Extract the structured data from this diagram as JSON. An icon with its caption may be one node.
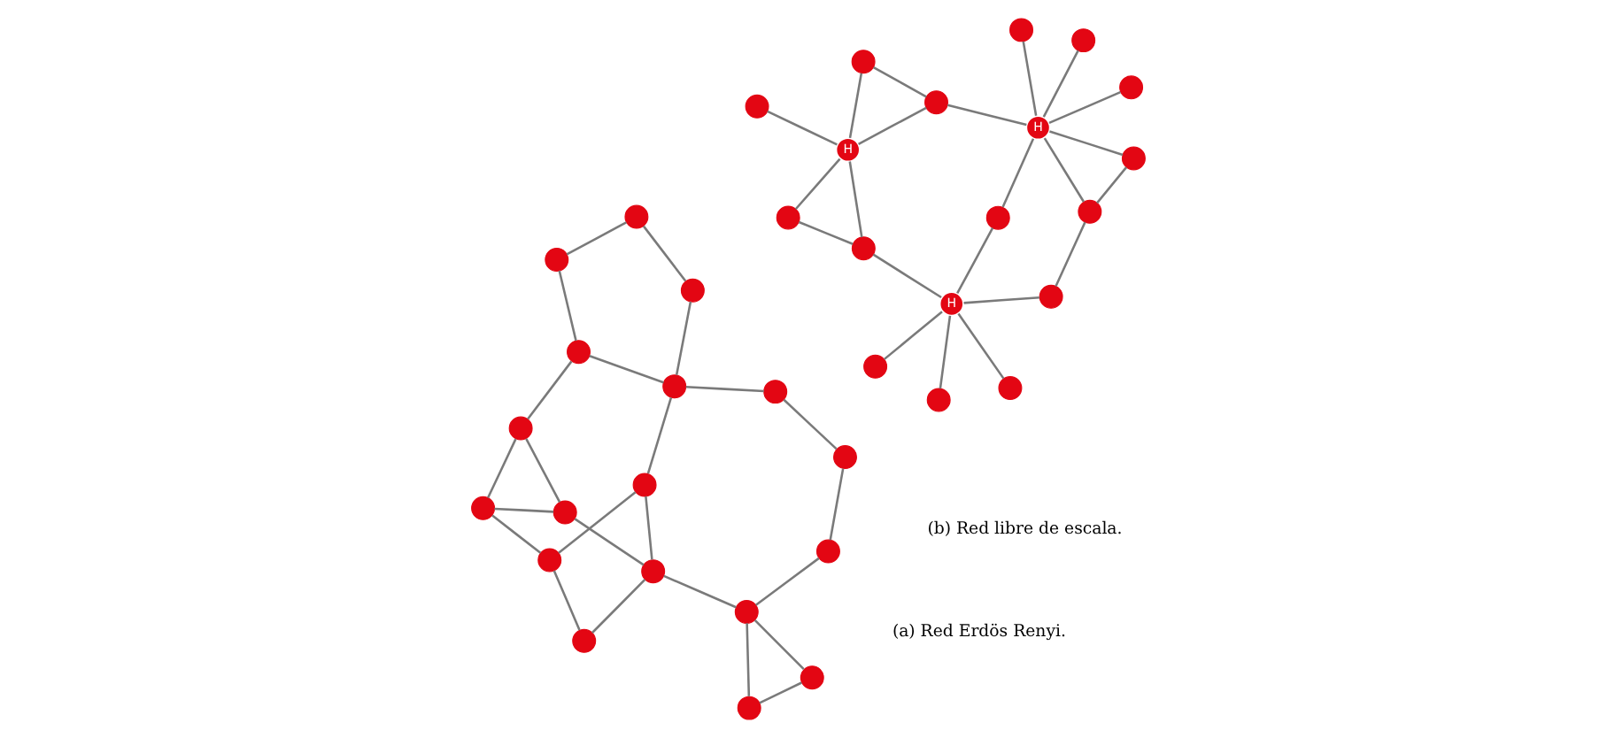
{
  "diagram": {
    "nodes": [
      {
        "text": [],
        "shape": "circle"
      },
      {
        "text": [],
        "shape": "circle"
      },
      {
        "text": [],
        "shape": "circle"
      },
      {
        "text": [],
        "shape": "circle"
      },
      {
        "text": [],
        "shape": "circle"
      },
      {
        "text": [],
        "shape": "circle"
      },
      {
        "text": [],
        "shape": "circle"
      },
      {
        "text": [],
        "shape": "circle"
      },
      {
        "text": [],
        "shape": "circle"
      },
      {
        "text": [],
        "shape": "circle"
      },
      {
        "text": [],
        "shape": "circle"
      },
      {
        "text": [],
        "shape": "circle"
      },
      {
        "text": [],
        "shape": "circle"
      },
      {
        "text": [],
        "shape": "circle"
      },
      {
        "text": [],
        "shape": "circle"
      },
      {
        "text": [],
        "shape": "circle"
      },
      {
        "text": [],
        "shape": "circle"
      },
      {
        "text": [],
        "shape": "circle"
      },
      {
        "text": [],
        "shape": "circle"
      },
      {
        "text": [],
        "shape": "circle"
      },
      {
        "text": [],
        "shape": "circle"
      },
      {
        "text": [
          "H"
        ]
      },
      {
        "text": [],
        "shape": "circle"
      },
      {
        "text": [],
        "shape": "circle"
      },
      {
        "text": [],
        "shape": "circle"
      },
      {
        "text": [],
        "shape": "circle"
      },
      {
        "text": [],
        "shape": "circle"
      },
      {
        "text": [
          "H"
        ]
      },
      {
        "text": [],
        "shape": "circle"
      },
      {
        "text": [],
        "shape": "circle"
      },
      {
        "text": [],
        "shape": "circle"
      },
      {
        "text": [],
        "shape": "circle"
      },
      {
        "text": [
          "H"
        ]
      },
      {
        "text": [],
        "shape": "circle"
      },
      {
        "text": [],
        "shape": "circle"
      },
      {
        "text": [],
        "shape": "circle"
      }
    ],
    "edges": [
      {
        "from": 0,
        "to": 1,
        "arrow": "none"
      },
      {
        "from": 0,
        "to": 3,
        "arrow": "none"
      },
      {
        "from": 0,
        "to": 4,
        "arrow": "none"
      },
      {
        "from": 1,
        "to": 2,
        "arrow": "none"
      },
      {
        "from": 1,
        "to": 6,
        "arrow": "none"
      },
      {
        "from": 2,
        "to": 5,
        "arrow": "none"
      },
      {
        "from": 3,
        "to": 4,
        "arrow": "none"
      },
      {
        "from": 3,
        "to": 5,
        "arrow": "none"
      },
      {
        "from": 5,
        "to": 6,
        "arrow": "none"
      },
      {
        "from": 5,
        "to": 7,
        "arrow": "none"
      },
      {
        "from": 7,
        "to": 8,
        "arrow": "none"
      },
      {
        "from": 7,
        "to": 9,
        "arrow": "none"
      },
      {
        "from": 8,
        "to": 9,
        "arrow": "none"
      },
      {
        "from": 4,
        "to": 10,
        "arrow": "none"
      },
      {
        "from": 6,
        "to": 11,
        "arrow": "none"
      },
      {
        "from": 10,
        "to": 11,
        "arrow": "none"
      },
      {
        "from": 10,
        "to": 15,
        "arrow": "none"
      },
      {
        "from": 11,
        "to": 12,
        "arrow": "none"
      },
      {
        "from": 11,
        "to": 17,
        "arrow": "none"
      },
      {
        "from": 12,
        "to": 14,
        "arrow": "none"
      },
      {
        "from": 14,
        "to": 13,
        "arrow": "none"
      },
      {
        "from": 13,
        "to": 7,
        "arrow": "none"
      },
      {
        "from": 15,
        "to": 16,
        "arrow": "none"
      },
      {
        "from": 16,
        "to": 17,
        "arrow": "none"
      },
      {
        "from": 18,
        "to": 21,
        "arrow": "none"
      },
      {
        "from": 19,
        "to": 21,
        "arrow": "none"
      },
      {
        "from": 19,
        "to": 20,
        "arrow": "none"
      },
      {
        "from": 20,
        "to": 21,
        "arrow": "none"
      },
      {
        "from": 20,
        "to": 27,
        "arrow": "none"
      },
      {
        "from": 22,
        "to": 21,
        "arrow": "none"
      },
      {
        "from": 22,
        "to": 23,
        "arrow": "none"
      },
      {
        "from": 23,
        "to": 21,
        "arrow": "none"
      },
      {
        "from": 23,
        "to": 32,
        "arrow": "none"
      },
      {
        "from": 24,
        "to": 27,
        "arrow": "none"
      },
      {
        "from": 25,
        "to": 27,
        "arrow": "none"
      },
      {
        "from": 26,
        "to": 27,
        "arrow": "none"
      },
      {
        "from": 27,
        "to": 29,
        "arrow": "none"
      },
      {
        "from": 29,
        "to": 32,
        "arrow": "none"
      },
      {
        "from": 27,
        "to": 28,
        "arrow": "none"
      },
      {
        "from": 28,
        "to": 30,
        "arrow": "none"
      },
      {
        "from": 30,
        "to": 32,
        "arrow": "none"
      },
      {
        "from": 30,
        "to": 31,
        "arrow": "none"
      },
      {
        "from": 31,
        "to": 32,
        "arrow": "none"
      },
      {
        "from": 32,
        "to": 33,
        "arrow": "none"
      },
      {
        "from": 32,
        "to": 35,
        "arrow": "none"
      },
      {
        "from": 32,
        "to": 34,
        "arrow": "none"
      }
    ],
    "labels": [
      "(a) Red Erdös Renyi.",
      "(b) Red libre de escala."
    ]
  }
}
